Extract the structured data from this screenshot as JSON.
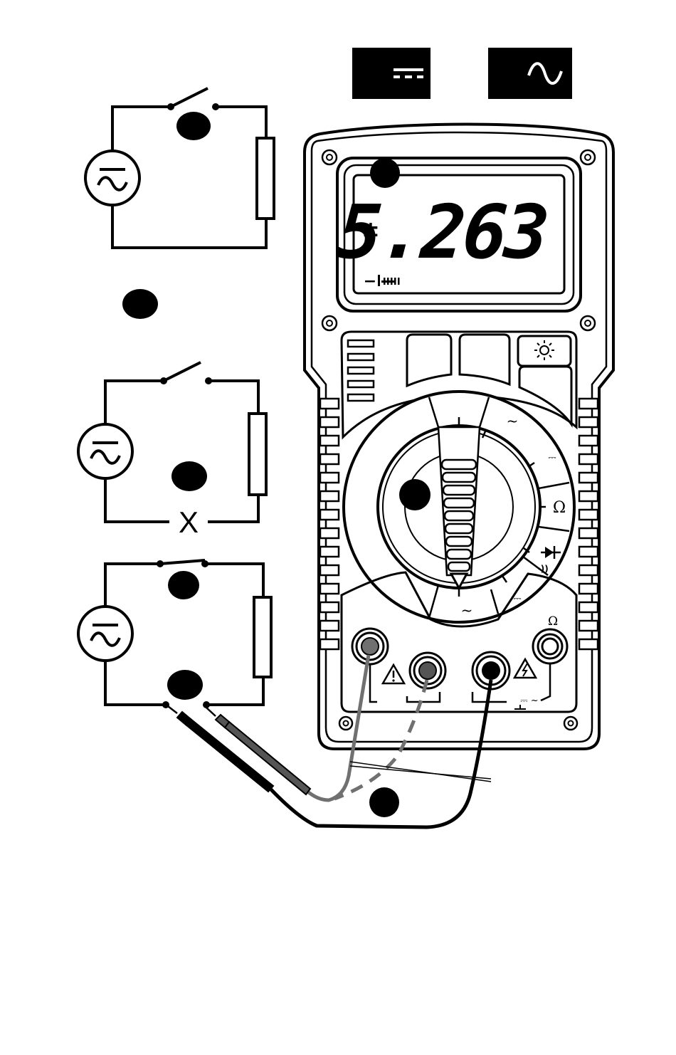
{
  "display": {
    "reading": "5.263",
    "polarity_symbol": "±",
    "bargraph_sign": "−"
  },
  "mode_buttons": [
    {
      "icon": "dc-symbol-icon"
    },
    {
      "icon": "ac-symbol-icon"
    }
  ],
  "dial_labels": {
    "ac_upper": "~",
    "dc_upper": "⎓",
    "ohm": "Ω",
    "continuity": "·))",
    "dc_lower": "⎓",
    "ac_lower": "~"
  },
  "jack_labels": {
    "ohm": "Ω",
    "volt": "⎓ ~"
  },
  "circuit_3_break_mark": "X",
  "colors": {
    "ink": "#000000",
    "paper": "#ffffff",
    "gray_lead": "#707070",
    "dark_gray_lead": "#555555"
  }
}
